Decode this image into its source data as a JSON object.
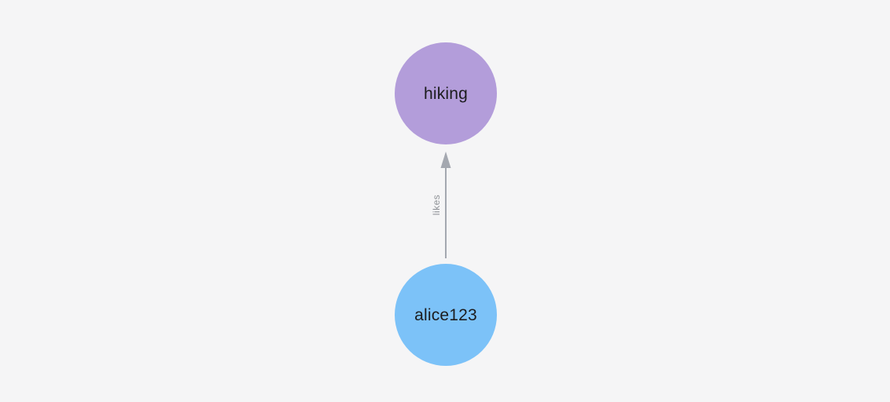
{
  "canvas": {
    "background": "#f5f5f6"
  },
  "graph": {
    "nodes": [
      {
        "id": "hiking",
        "label": "hiking",
        "fill": "#b39dda",
        "text_color": "#1c1c1e"
      },
      {
        "id": "alice123",
        "label": "alice123",
        "fill": "#7cc2f8",
        "text_color": "#1c1c1e"
      }
    ],
    "edges": [
      {
        "label": "likes",
        "from": "alice123",
        "to": "hiking",
        "line_color": "#a4a8b0",
        "label_color": "#8e9196"
      }
    ]
  }
}
